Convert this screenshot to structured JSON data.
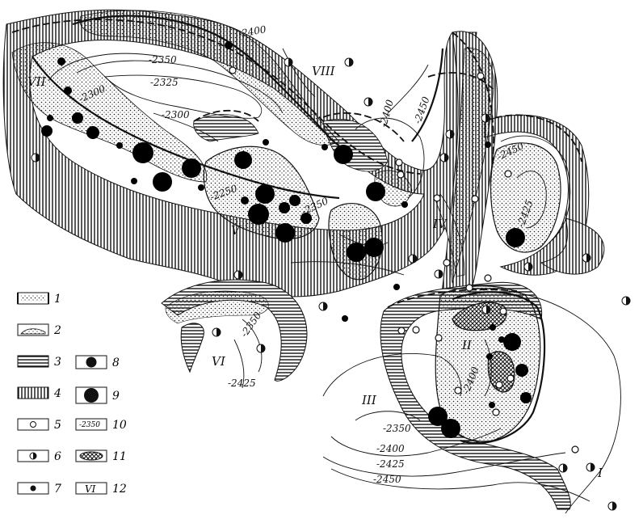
{
  "contour_labels": {
    "c2400_top": "-2400",
    "c2350_top": "-2350",
    "c2325": "-2325",
    "c2300_left": "-2300",
    "c2300_mid": "-2300",
    "c2250": "-2250",
    "c2350_center": "-2350",
    "c2400_mid": "-2400",
    "c2450_mid": "-2450",
    "c2450_right": "-2450",
    "c2425_right": "-2425",
    "c2350_vi": "-2350",
    "c2425_vi": "-2425",
    "c2400_ii": "-2400",
    "c2350_iii": "-2350",
    "c2400_bottom": "-2400",
    "c2425_bottom": "-2425",
    "c2450_bottom": "-2450"
  },
  "zone_labels": {
    "I": "I",
    "II": "II",
    "III": "III",
    "IV": "IV",
    "V": "V",
    "VI": "VI",
    "VII": "VII",
    "VIII": "VIII"
  },
  "legend": [
    {
      "num": "1",
      "symbol": "dotted-fill-box-icon"
    },
    {
      "num": "2",
      "symbol": "dotted-half-box-icon"
    },
    {
      "num": "3",
      "symbol": "horizontal-hatch-box-icon"
    },
    {
      "num": "4",
      "symbol": "vertical-hatch-box-icon"
    },
    {
      "num": "5",
      "symbol": "open-circle-icon"
    },
    {
      "num": "6",
      "symbol": "half-filled-circle-icon"
    },
    {
      "num": "7",
      "symbol": "small-filled-circle-icon"
    },
    {
      "num": "8",
      "symbol": "medium-filled-circle-icon"
    },
    {
      "num": "9",
      "symbol": "large-filled-circle-icon"
    },
    {
      "num": "10",
      "symbol": "contour-line-icon",
      "sample": "-2350"
    },
    {
      "num": "11",
      "symbol": "crosshatch-oval-icon"
    },
    {
      "num": "12",
      "symbol": "zone-number-icon",
      "sample": "VI"
    }
  ],
  "colors": {
    "ink": "#111111",
    "paper": "#ffffff"
  }
}
